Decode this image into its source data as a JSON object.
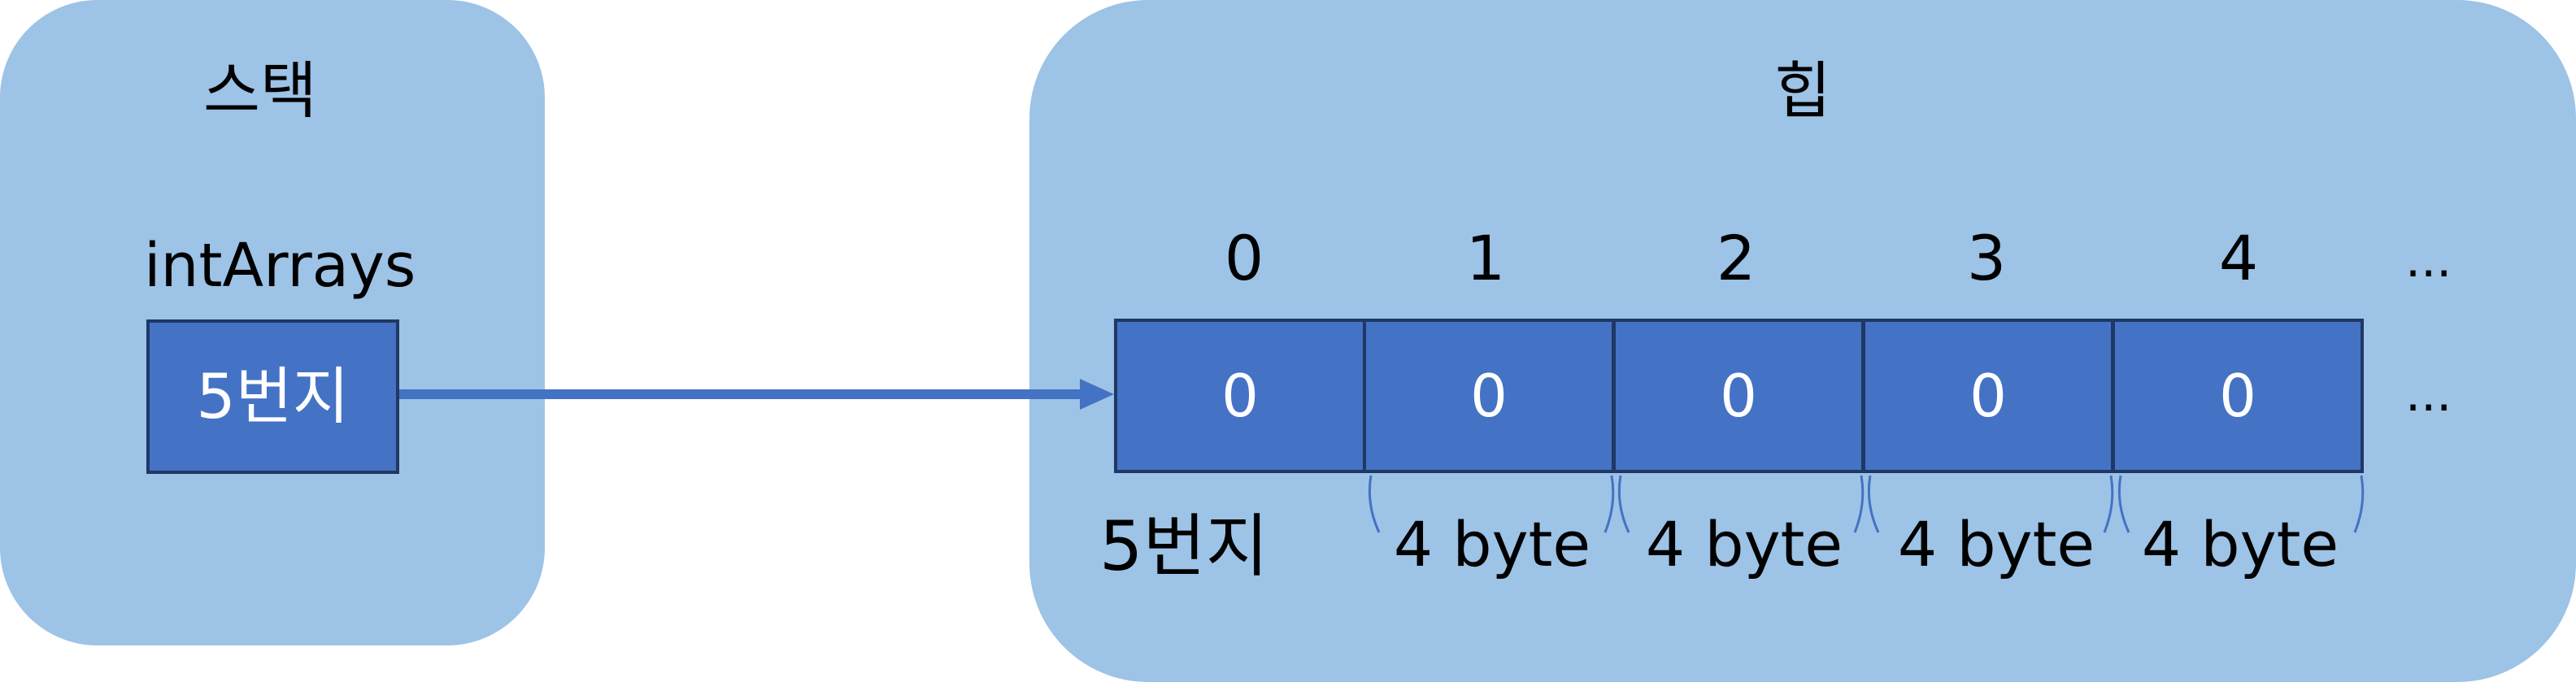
{
  "stack": {
    "title": "스택",
    "variable_name": "intArrays",
    "reference_value": "5번지"
  },
  "heap": {
    "title": "힙",
    "indices": [
      "0",
      "1",
      "2",
      "3",
      "4"
    ],
    "index_ellipsis": "...",
    "values": [
      "0",
      "0",
      "0",
      "0",
      "0"
    ],
    "value_ellipsis": "...",
    "address_label": "5번지",
    "byte_labels": [
      "4 byte",
      "4 byte",
      "4 byte",
      "4 byte"
    ]
  },
  "colors": {
    "panel": "#9dc3e6",
    "box_fill": "#4472c4",
    "box_border": "#1f3864",
    "arrow": "#4472c4"
  }
}
